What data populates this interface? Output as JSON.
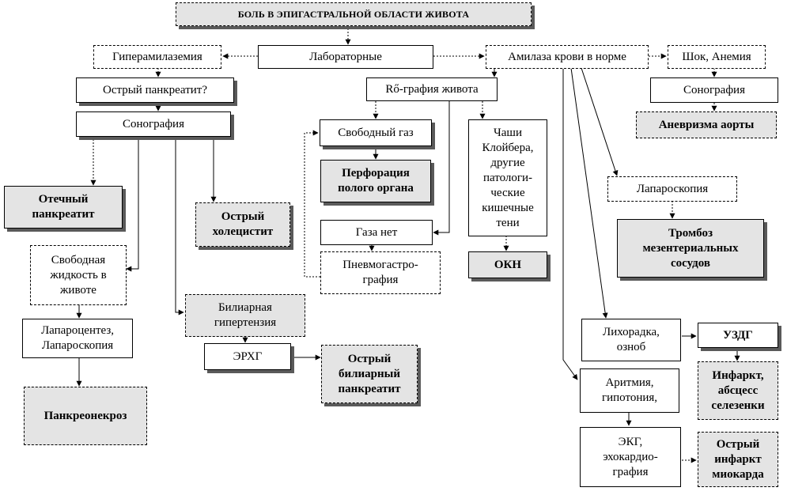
{
  "nodes": {
    "title": "БОЛЬ В ЭПИГАСТРАЛЬНОЙ ОБЛАСТИ ЖИВОТА",
    "lab": "Лабораторные",
    "hyperamylasemia": "Гиперамилаземия",
    "amylase_normal": "Амилаза крови в норме",
    "shock": "Шок, Анемия",
    "acute_pancreatitis_q": "Острый панкреатит?",
    "xray": "Rő-графия живота",
    "sonography_right": "Сонография",
    "sonography_left": "Сонография",
    "aortic_aneurysm": "Аневризма аорты",
    "free_gas": "Свободный газ",
    "kloiber": "Чаши\nКлойбера,\nдругие\nпатологи-\nческие\nкишечные\nтени",
    "edematous_pancreatitis": "Отечный\nпанкреатит",
    "perforation": "Перфорация\nполого органа",
    "laparoscopy_right": "Лапароскопия",
    "acute_cholecystitis": "Острый\nхолецистит",
    "no_gas": "Газа нет",
    "mesenteric_thrombosis": "Тромбоз\nмезентериальных\nсосудов",
    "free_fluid": "Свободная\nжидкость в\nживоте",
    "pneumogastrography": "Пневмогастро-\nграфия",
    "okn": "ОКН",
    "biliary_hypertension": "Билиарная\nгипертензия",
    "laparocentesis": "Лапароцентез,\nЛапароскопия",
    "fever": "Лихорадка,\nозноб",
    "uzdg": "УЗДГ",
    "erhg": "ЭРХГ",
    "biliary_pancreatitis": "Острый\nбилиарный\nпанкреатит",
    "spleen_infarct": "Инфаркт,\nабсцесс\nселезенки",
    "arrhythmia": "Аритмия,\nгипотония,",
    "pancreonecrosis": "Панкреонекроз",
    "ecg": "ЭКГ,\nэхокардио-\nграфия",
    "mi": "Острый\nинфаркт\nмиокарда"
  }
}
